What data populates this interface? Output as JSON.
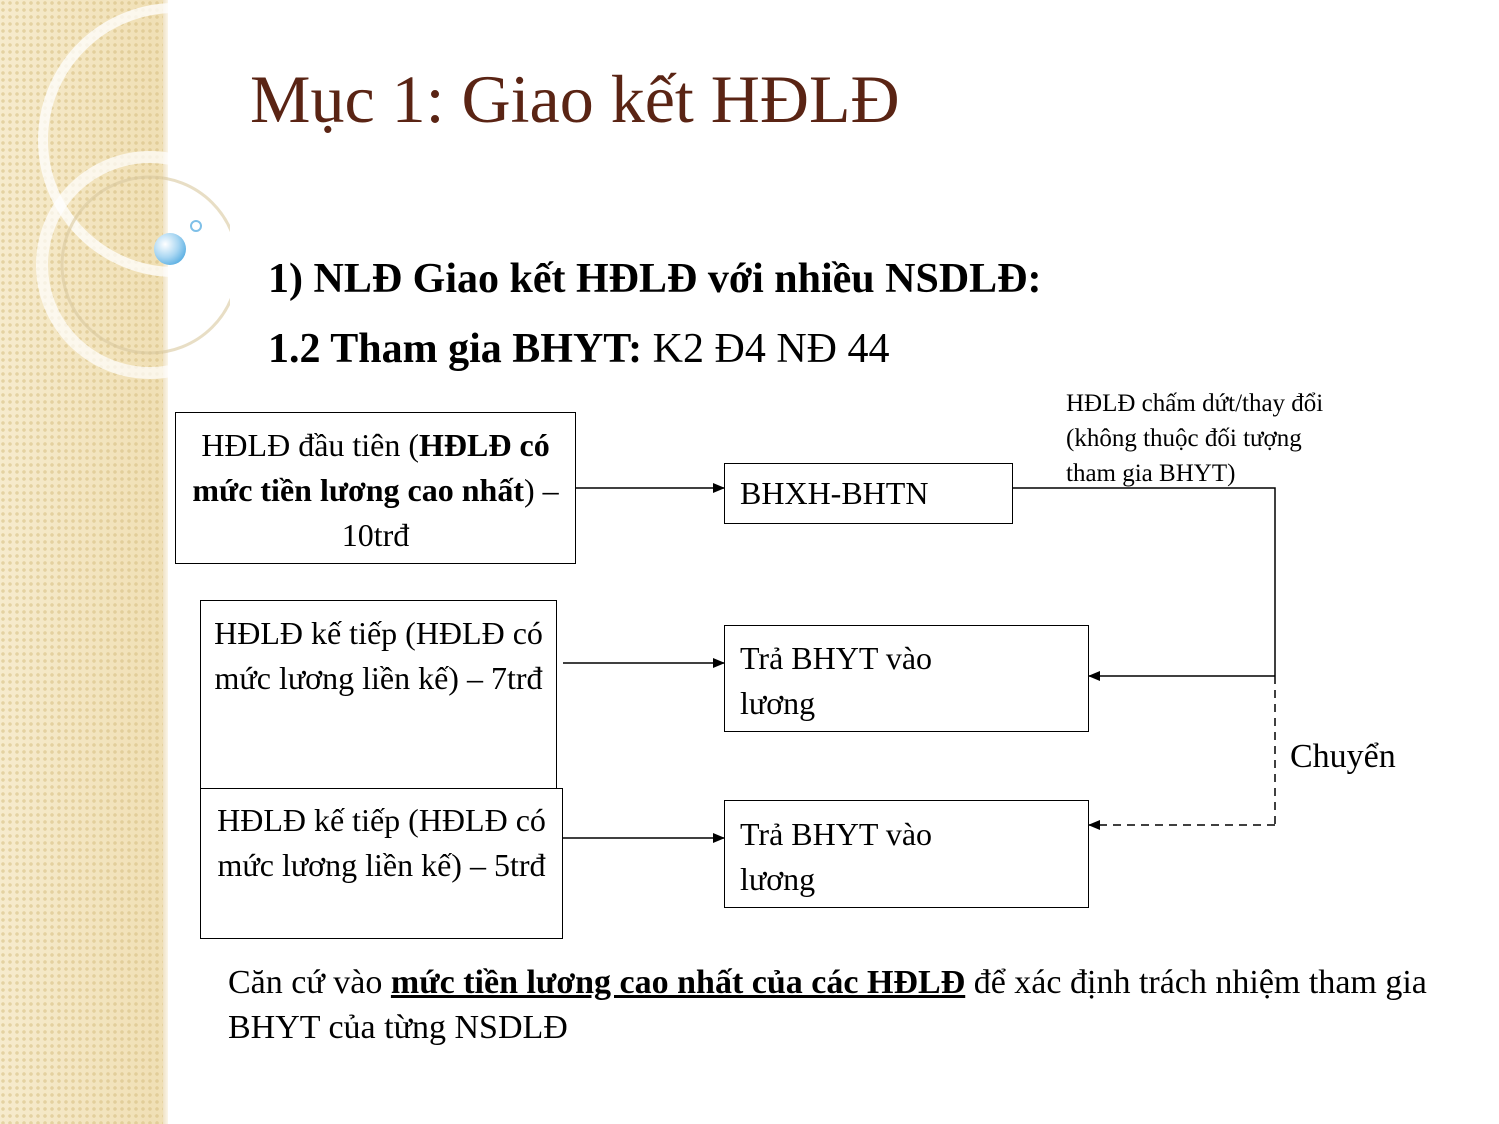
{
  "slide": {
    "title": "Mục 1: Giao kết HĐLĐ",
    "subtitle1": "1) NLĐ Giao kết HĐLĐ với nhiều NSDLĐ:",
    "subtitle2_bold": "1.2 Tham gia BHYT:",
    "subtitle2_rest": " K2 Đ4 NĐ 44"
  },
  "diagram": {
    "box1": {
      "part1": "HĐLĐ đầu tiên (",
      "bold": "HĐLĐ có mức tiền lương cao nhất",
      "part2": ") – 10trđ"
    },
    "box2": "HĐLĐ kế tiếp (HĐLĐ có mức lương liền kế) – 7trđ",
    "box3": "HĐLĐ kế tiếp (HĐLĐ có mức lương liền kế) – 5trđ",
    "bhxh": "BHXH-BHTN",
    "tra1": "Trả BHYT vào lương",
    "tra2": "Trả BHYT vào lương",
    "note": [
      "HĐLĐ chấm dứt/thay đổi",
      "(không thuộc đối tượng",
      "tham gia BHYT)"
    ],
    "chuyen": "Chuyển"
  },
  "footer": {
    "text1": "Căn cứ vào ",
    "emph": "mức tiền lương cao nhất của các HĐLĐ",
    "text2": " để xác định trách nhiệm tham gia BHYT của từng NSDLĐ"
  }
}
